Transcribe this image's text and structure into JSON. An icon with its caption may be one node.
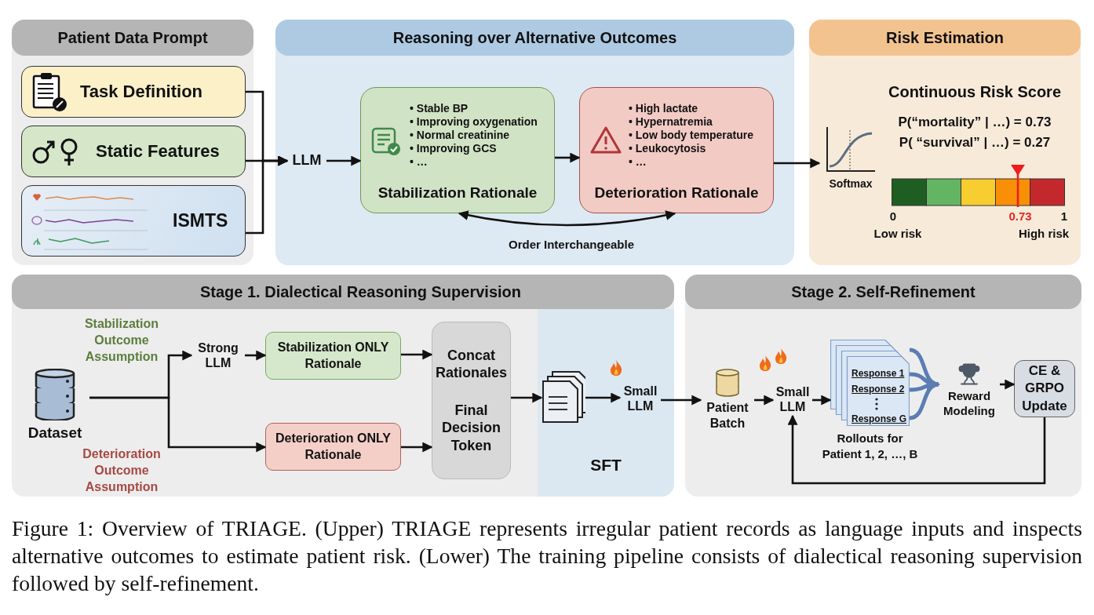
{
  "diagram": {
    "caption": "Figure 1: Overview of TRIAGE. (Upper) TRIAGE represents irregular patient records as language inputs and inspects alternative outcomes to estimate patient risk. (Lower) The training pipeline consists of dialectical reasoning supervision followed by self-refinement.",
    "nodes": [
      {
        "text": [
          "Patient Data Prompt"
        ]
      },
      {
        "text": [
          "Task Definition"
        ],
        "in": 0
      },
      {
        "text": [
          "Static Features"
        ],
        "in": 0
      },
      {
        "text": [
          "ISMTS"
        ],
        "in": 0
      },
      {
        "text": [
          "Reasoning over Alternative Outcomes"
        ]
      },
      {
        "text": [
          "LLM"
        ],
        "in": 4
      },
      {
        "text": [
          "• Stable BP",
          "• Improving oxygenation",
          "• Normal creatinine",
          "• Improving GCS",
          "• …",
          "Stabilization Rationale"
        ],
        "in": 4
      },
      {
        "text": [
          "• High lactate",
          "• Hypernatremia",
          "• Low body temperature",
          "• Leukocytosis",
          "• …",
          "Deterioration Rationale"
        ],
        "in": 4
      },
      {
        "text": [
          "Risk Estimation"
        ]
      },
      {
        "text": [
          "Softmax"
        ],
        "in": 8
      },
      {
        "text": [
          "Stage 1. Dialectical Reasoning Supervision"
        ]
      },
      {
        "text": [
          "Dataset"
        ],
        "in": 10
      },
      {
        "text": [
          "Strong LLM"
        ],
        "in": 10
      },
      {
        "text": [
          "Stabilization ONLY Rationale"
        ],
        "in": 10
      },
      {
        "text": [
          "Deterioration ONLY Rationale"
        ],
        "in": 10
      },
      {
        "text": [
          "Concat Rationales",
          "Final Decision Token"
        ],
        "in": 10
      },
      {
        "text": [
          "SFT"
        ],
        "in": 10
      },
      {
        "text": [],
        "shape": "picture",
        "in": 16
      },
      {
        "text": [
          "Small LLM"
        ],
        "in": 16
      },
      {
        "text": [
          "Stage 2. Self-Refinement"
        ]
      },
      {
        "text": [
          "Patient Batch"
        ],
        "in": 19
      },
      {
        "text": [
          "Small LLM"
        ],
        "in": 19
      },
      {
        "text": [
          "Response 1",
          "Response 2",
          "Response G"
        ],
        "beside": [
          "Rollouts for Patient 1, 2, …, B"
        ],
        "in": 19
      },
      {
        "text": [
          "Reward Modeling"
        ],
        "in": 19
      },
      {
        "text": [
          "CE & GRPO Update"
        ],
        "in": 19
      }
    ],
    "edges": [
      {
        "from": 1,
        "to": 5,
        "arrow": "to"
      },
      {
        "from": 2,
        "to": 5,
        "arrow": "to"
      },
      {
        "from": 3,
        "to": 5,
        "arrow": "to"
      },
      {
        "from": 5,
        "to": 6,
        "arrow": "to"
      },
      {
        "from": 6,
        "to": 7,
        "arrow": "to"
      },
      {
        "from": 6,
        "to": 7,
        "arrow": "both",
        "label": "Order Interchangeable"
      },
      {
        "from": 7,
        "to": 9,
        "arrow": "to"
      },
      {
        "from": 11,
        "to": 12,
        "arrow": "to"
      },
      {
        "from": 11,
        "to": 14,
        "arrow": "to"
      },
      {
        "from": 12,
        "to": 13,
        "arrow": "to"
      },
      {
        "from": 13,
        "to": 15,
        "arrow": "to"
      },
      {
        "from": 14,
        "to": 15,
        "arrow": "to"
      },
      {
        "from": 15,
        "to": 17,
        "arrow": "to"
      },
      {
        "from": 17,
        "to": 18,
        "arrow": "to"
      },
      {
        "from": 18,
        "to": 20,
        "arrow": "to"
      },
      {
        "from": 20,
        "to": 21,
        "arrow": "to"
      },
      {
        "from": 21,
        "to": 22,
        "arrow": "to"
      },
      {
        "from": 22,
        "to": 23,
        "arrow": "to",
        "style": "thick",
        "color": "#5b7db3"
      },
      {
        "from": 22,
        "to": 23,
        "arrow": "to",
        "style": "thick",
        "color": "#5b7db3"
      },
      {
        "from": 22,
        "to": 23,
        "arrow": "to",
        "style": "thick",
        "color": "#5b7db3"
      },
      {
        "from": 22,
        "to": 23,
        "arrow": "to",
        "style": "thick",
        "color": "#5b7db3"
      },
      {
        "from": 23,
        "to": 24,
        "arrow": "to"
      },
      {
        "from": 24,
        "to": 21,
        "arrow": "to"
      }
    ],
    "labels": [
      "Continuous Risk Score",
      "P(“mortality” | …) = 0.73",
      "P( “survival” | …) = 0.27",
      "0",
      "0.73",
      "1",
      "Low risk",
      "High risk",
      "Stabilization Outcome Assumption",
      "Deterioration Outcome Assumption"
    ]
  }
}
